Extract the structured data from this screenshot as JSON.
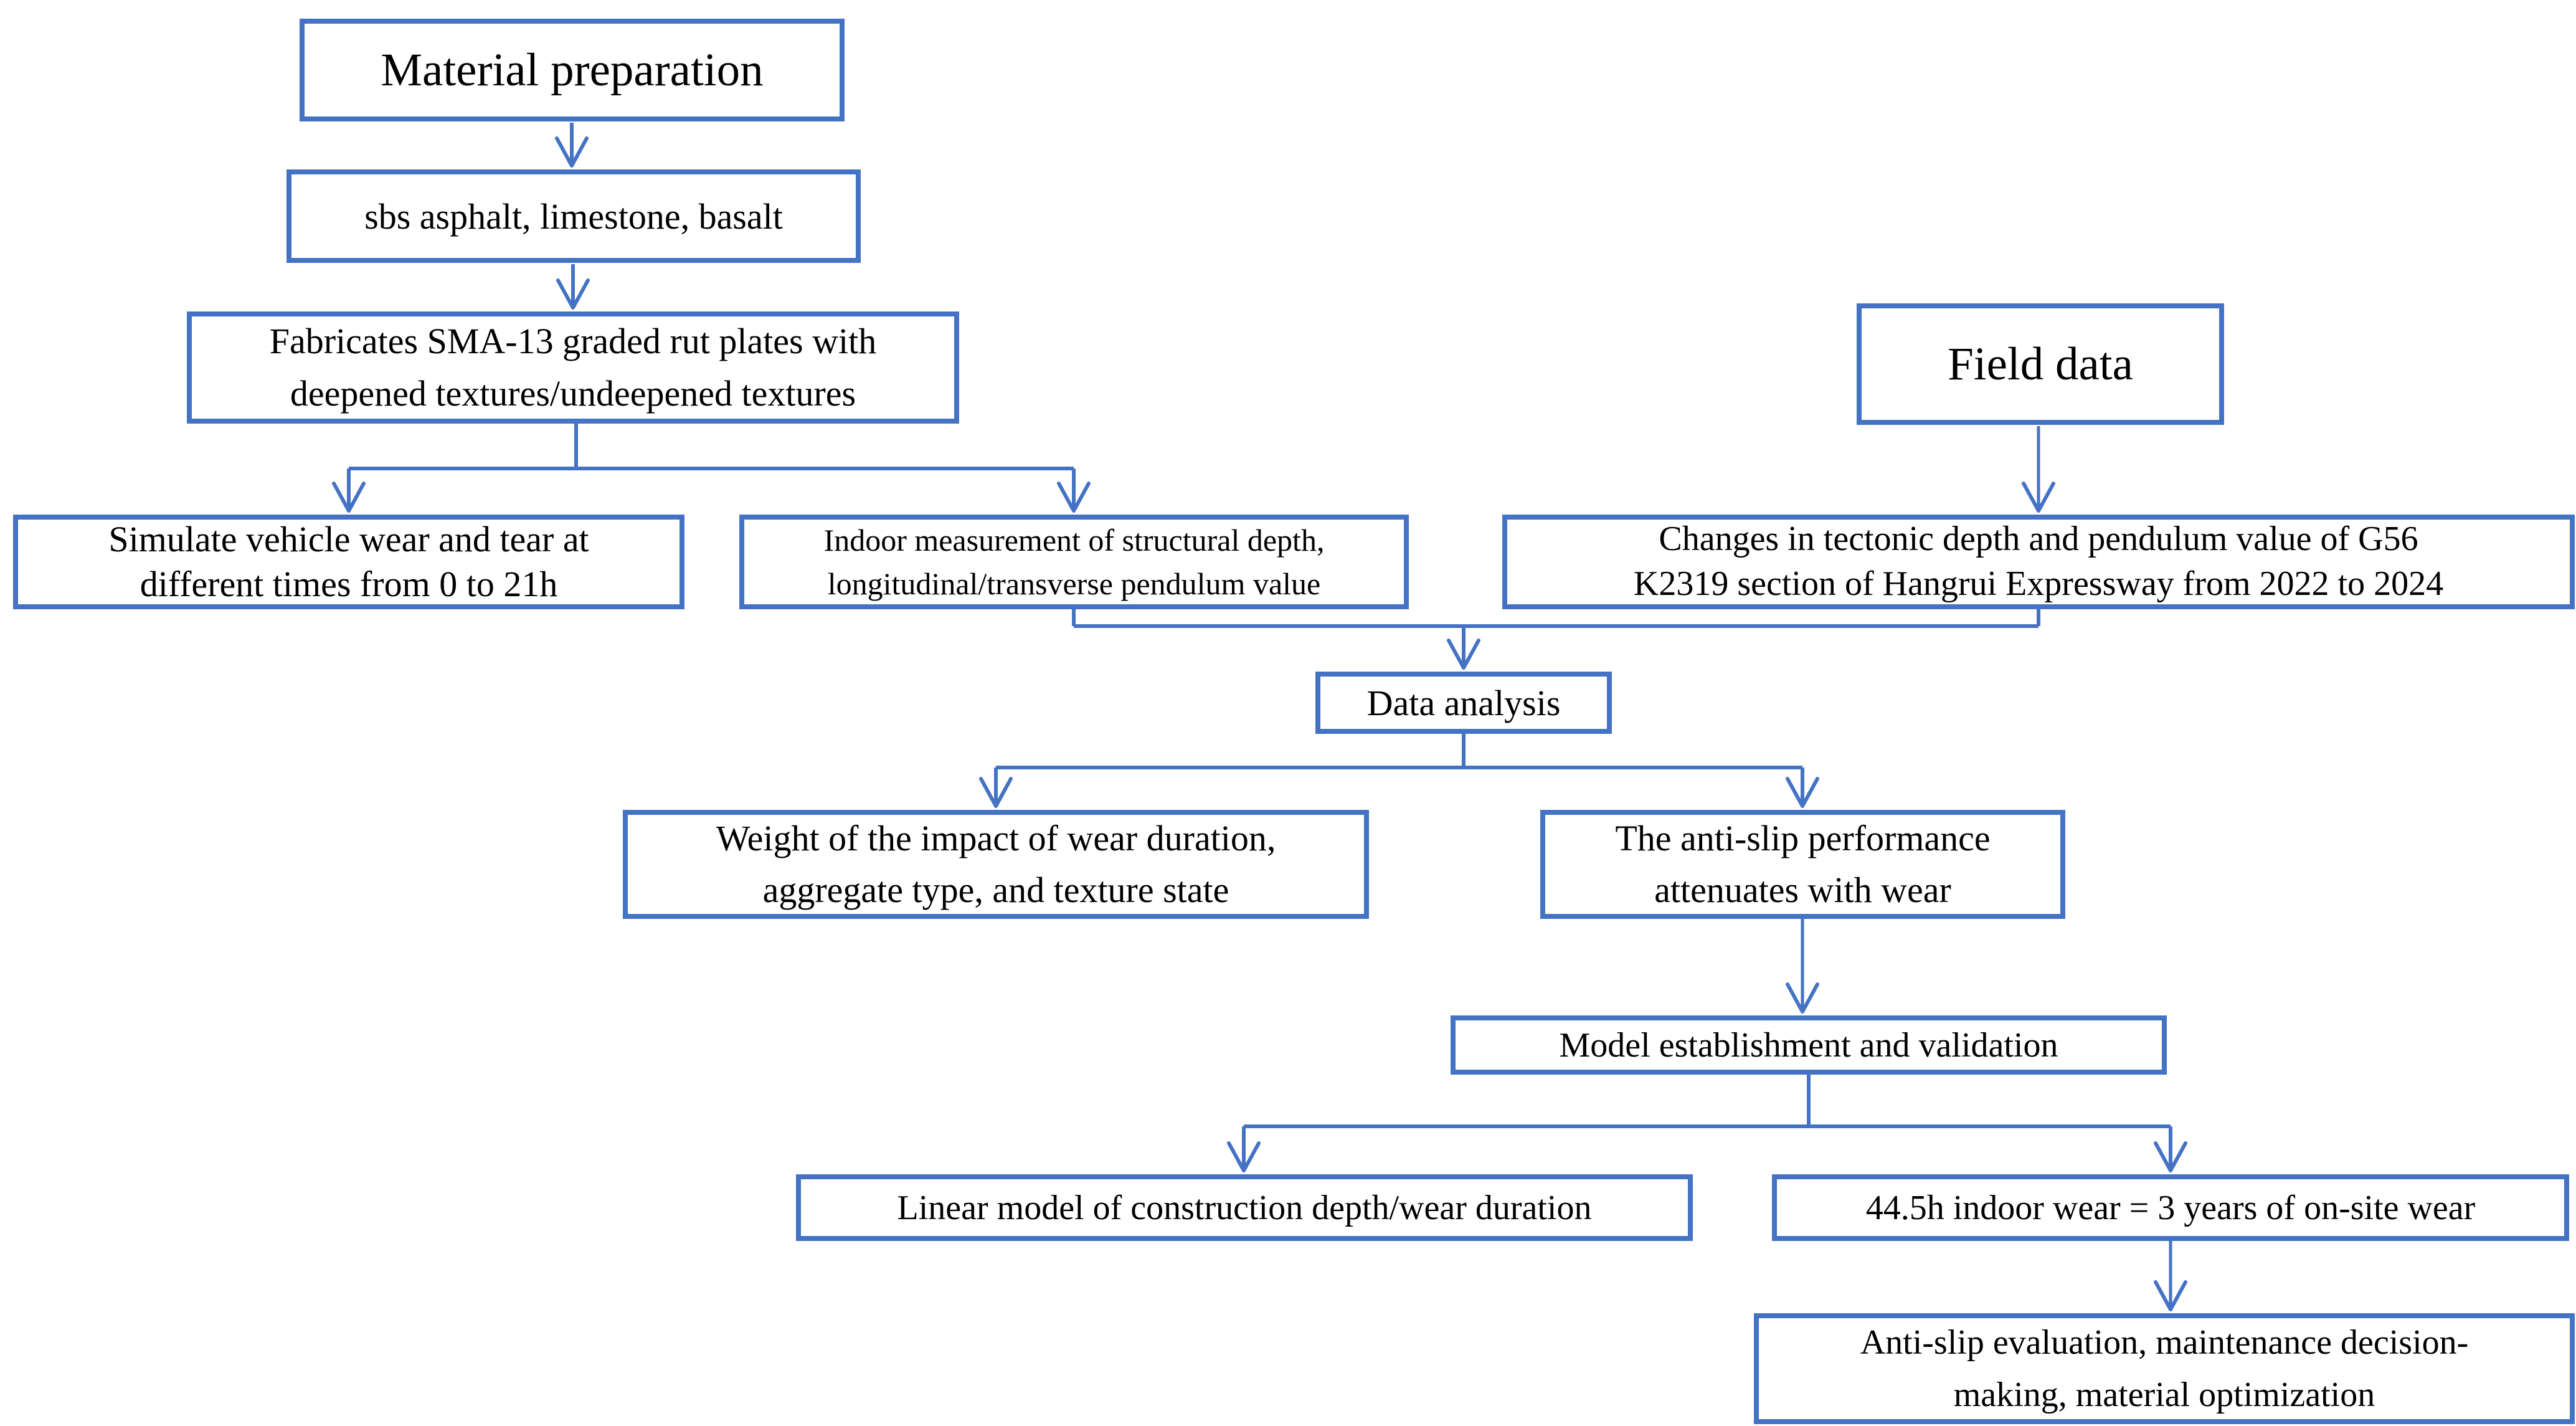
{
  "diagram": {
    "accent_color": "#4472C4",
    "text_color": "#000000",
    "background_color": "#FFFFFF",
    "nodes": {
      "material_preparation": {
        "label": "Material preparation"
      },
      "materials": {
        "label": "sbs asphalt, limestone, basalt"
      },
      "fabricates": {
        "label": "Fabricates SMA-13 graded rut plates with\ndeepened textures/undeepened textures"
      },
      "simulate": {
        "label": "Simulate vehicle wear and tear at\ndifferent times from 0 to 21h"
      },
      "indoor_measurement": {
        "label": "Indoor measurement of structural depth,\nlongitudinal/transverse pendulum value"
      },
      "field_data": {
        "label": "Field data"
      },
      "field_changes": {
        "label": "Changes in tectonic depth and pendulum value of G56\nK2319 section of Hangrui Expressway from 2022 to 2024"
      },
      "data_analysis": {
        "label": "Data analysis"
      },
      "weight_impact": {
        "label": "Weight of the impact of wear duration,\naggregate type, and texture state"
      },
      "antislip_attenuates": {
        "label": "The anti-slip performance\nattenuates with wear"
      },
      "model_validation": {
        "label": "Model establishment and validation"
      },
      "linear_model": {
        "label": "Linear model of construction depth/wear duration"
      },
      "wear_equivalence": {
        "label": "44.5h indoor wear = 3 years of on-site wear"
      },
      "final_application": {
        "label": "Anti-slip evaluation, maintenance decision-\nmaking, material optimization"
      }
    }
  }
}
